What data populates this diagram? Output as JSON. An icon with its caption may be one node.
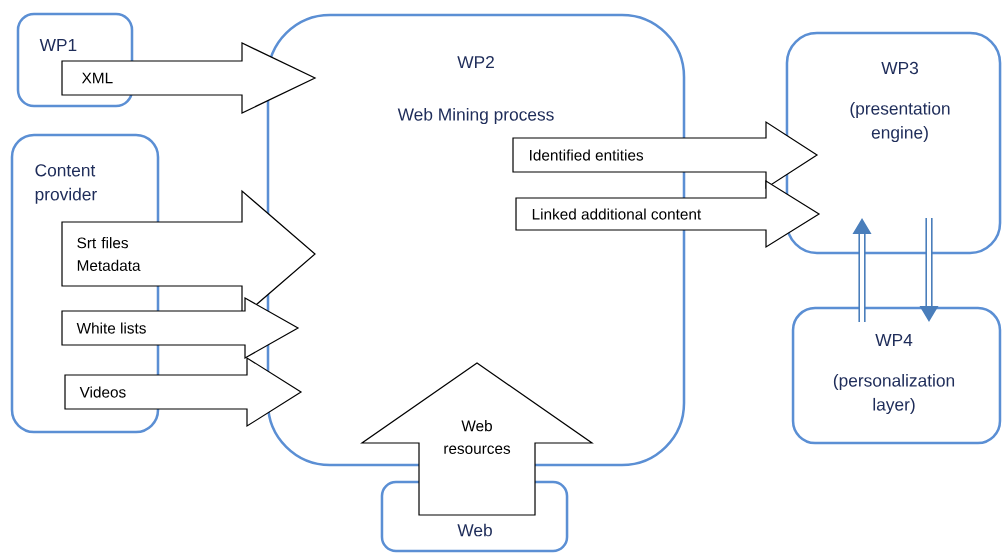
{
  "diagram": {
    "nodes": [
      {
        "text": [
          "WP1"
        ]
      },
      {
        "text": [
          "Content provider"
        ]
      },
      {
        "text": [
          "WP2",
          "Web Mining process"
        ]
      },
      {
        "text": [
          "WP3",
          "(presentation engine)"
        ]
      },
      {
        "text": [
          "WP4",
          "(personalization layer)"
        ]
      },
      {
        "text": [
          "Web"
        ]
      }
    ],
    "edges": [
      {
        "from": 0,
        "to": 2,
        "arrow": "to",
        "label": "XML"
      },
      {
        "from": 1,
        "to": 2,
        "arrow": "to",
        "label": "Srt files Metadata"
      },
      {
        "from": 1,
        "to": 2,
        "arrow": "to",
        "label": "White lists"
      },
      {
        "from": 1,
        "to": 2,
        "arrow": "to",
        "label": "Videos"
      },
      {
        "from": 2,
        "to": 3,
        "arrow": "to",
        "label": "Identified entities"
      },
      {
        "from": 2,
        "to": 3,
        "arrow": "to",
        "label": "Linked additional content"
      },
      {
        "from": 5,
        "to": 2,
        "arrow": "to",
        "label": "Web resources"
      },
      {
        "from": 4,
        "to": 3,
        "arrow": "to",
        "color": "#4a7ebb"
      },
      {
        "from": 3,
        "to": 4,
        "arrow": "to",
        "color": "#4a7ebb"
      }
    ]
  }
}
